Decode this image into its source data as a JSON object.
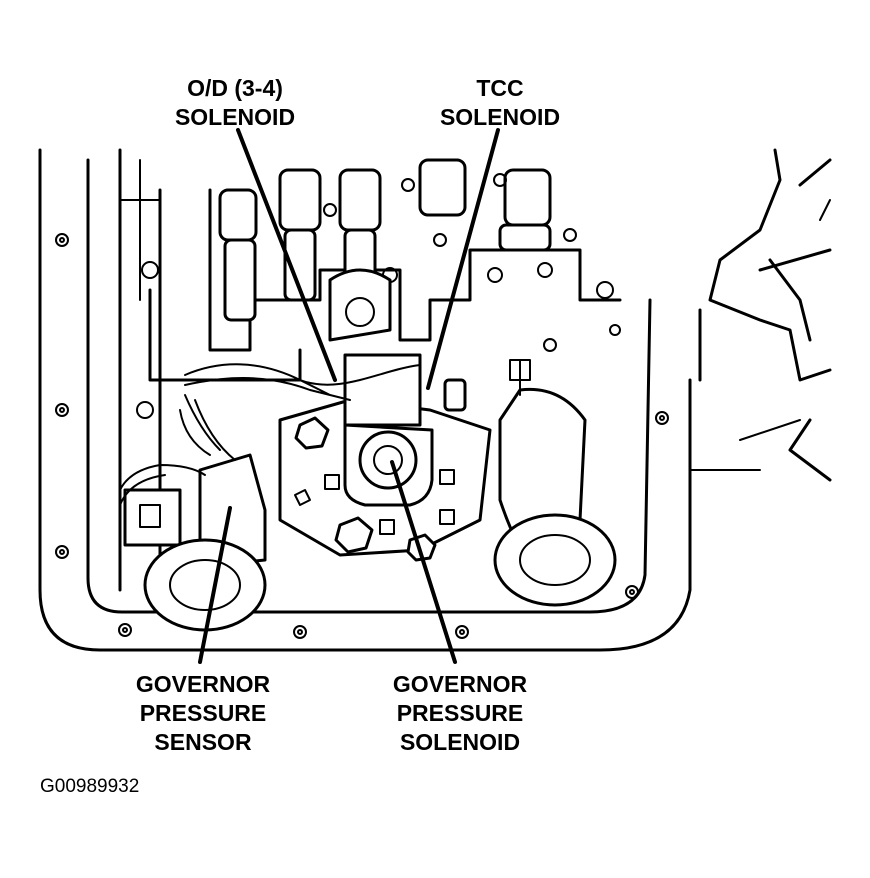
{
  "labels": {
    "od_solenoid": [
      "O/D (3-4)",
      "SOLENOID"
    ],
    "tcc_solenoid": [
      "TCC",
      "SOLENOID"
    ],
    "gov_sensor": [
      "GOVERNOR",
      "PRESSURE",
      "SENSOR"
    ],
    "gov_solenoid": [
      "GOVERNOR",
      "PRESSURE",
      "SOLENOID"
    ]
  },
  "figure_code": "G00989932"
}
